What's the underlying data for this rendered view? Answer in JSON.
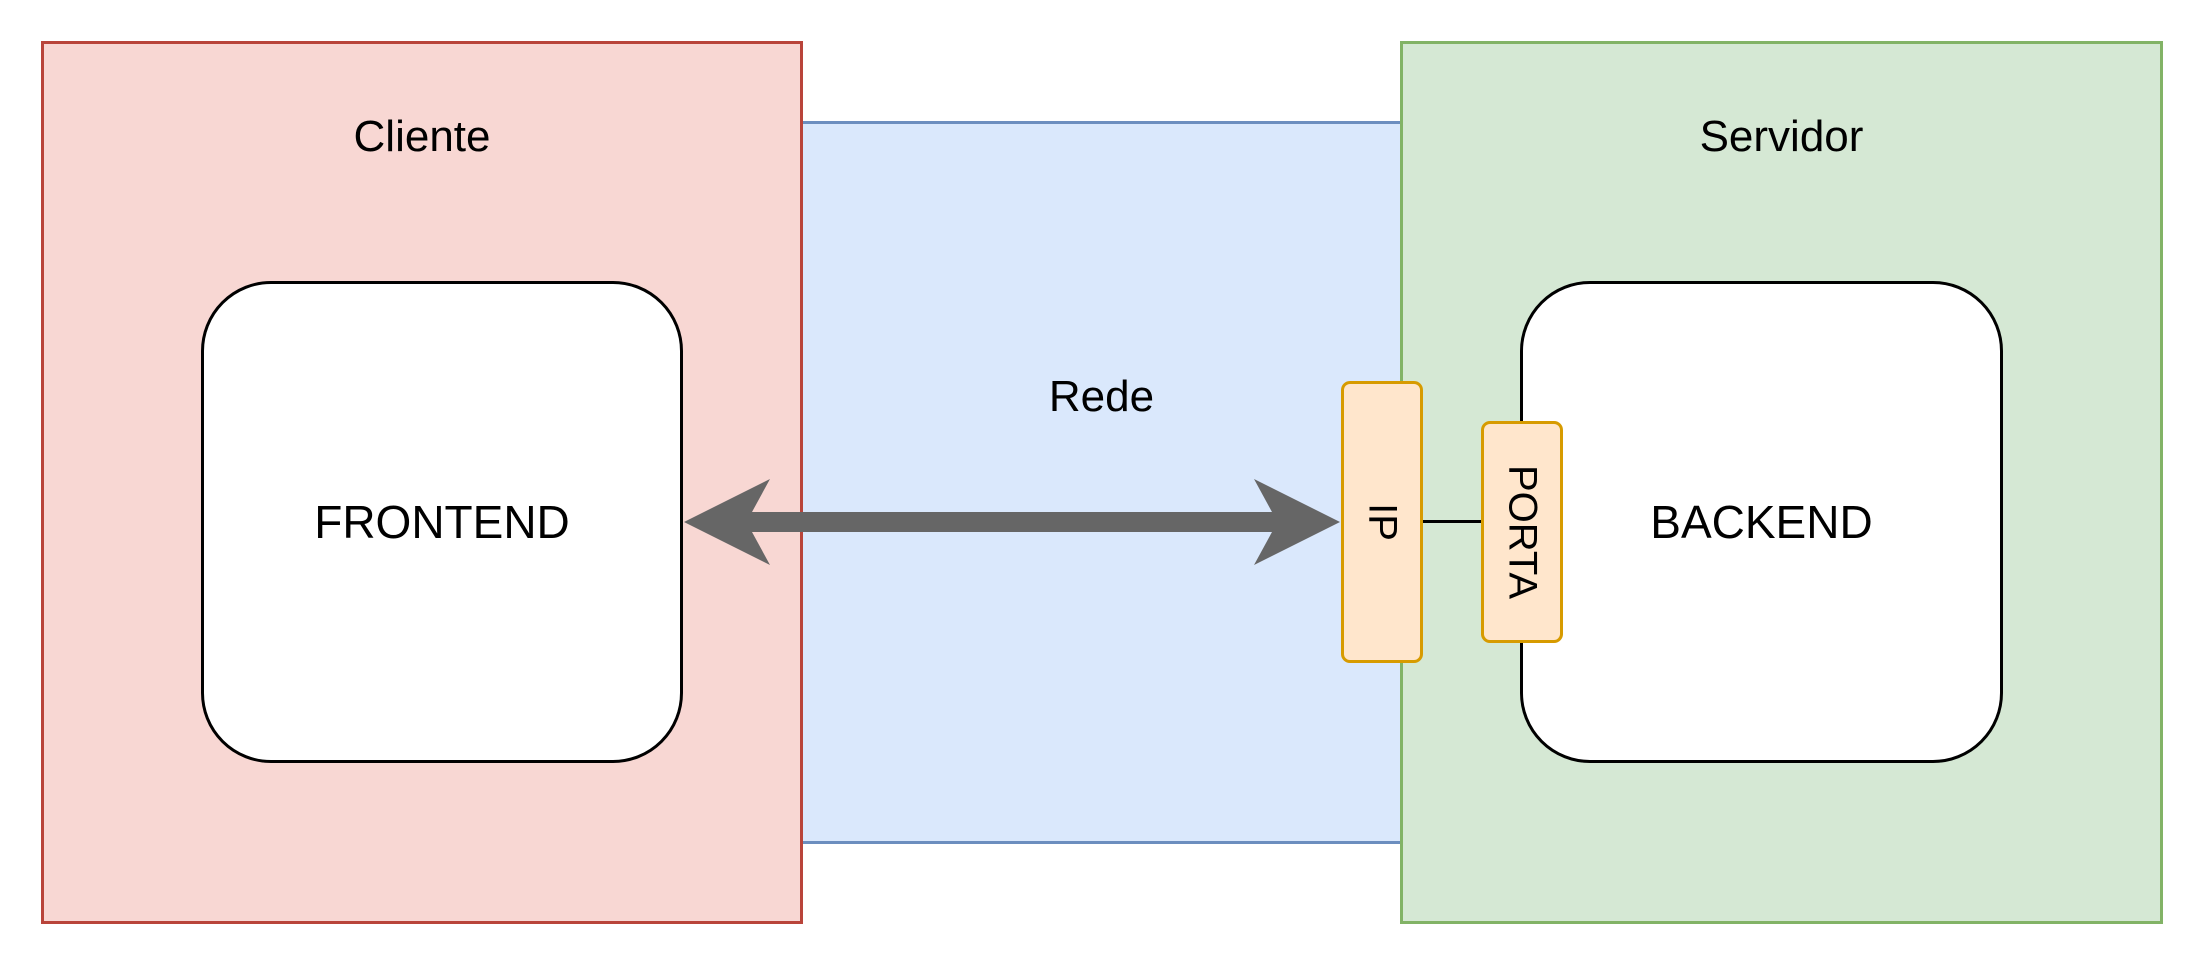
{
  "diagram": {
    "client": {
      "title": "Cliente",
      "module": "FRONTEND",
      "fill": "#f8d7d3",
      "stroke": "#b9443a"
    },
    "network": {
      "title": "Rede",
      "fill": "#dae8fc",
      "stroke": "#6c8ebf"
    },
    "server": {
      "title": "Servidor",
      "module": "BACKEND",
      "fill": "#d5e8d4",
      "stroke": "#82b366"
    },
    "ip_tag": {
      "label": "IP",
      "fill": "#ffe6cc",
      "stroke": "#d79b00"
    },
    "port_tag": {
      "label": "PORTA",
      "fill": "#ffe6cc",
      "stroke": "#d79b00"
    },
    "arrow": {
      "color": "#666666",
      "style": "bidirectional"
    }
  }
}
